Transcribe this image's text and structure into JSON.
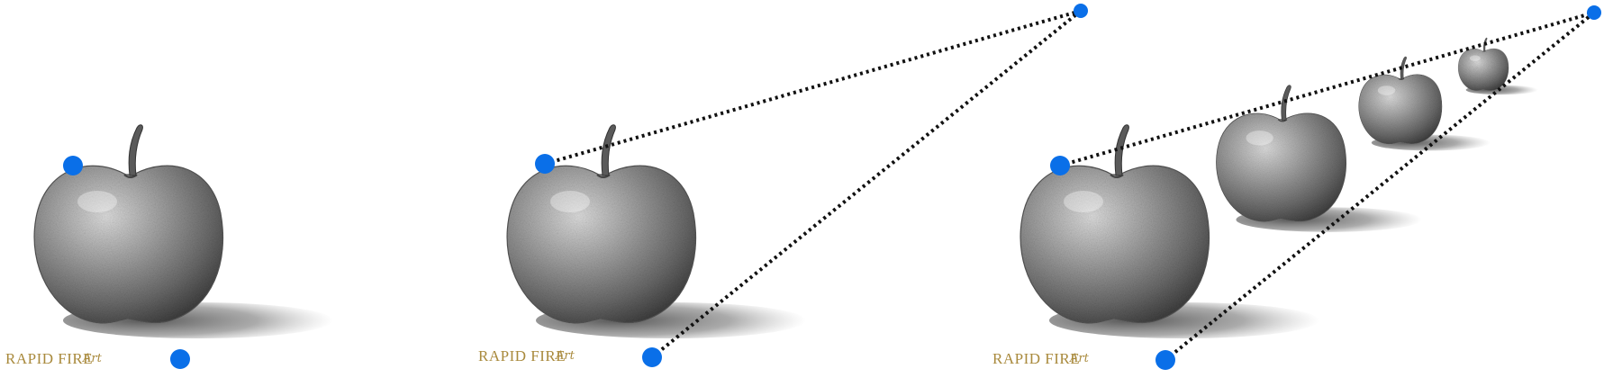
{
  "panels": [
    {
      "id": "single-apple",
      "watermark": {
        "main": "RAPID FIRE",
        "script": "Art"
      }
    },
    {
      "id": "apple-with-perspective-lines",
      "watermark": {
        "main": "RAPID FIRE",
        "script": "Art"
      }
    },
    {
      "id": "apples-receding-in-perspective",
      "watermark": {
        "main": "RAPID FIRE",
        "script": "Art"
      }
    }
  ],
  "colors": {
    "background": "#ffffff",
    "marker": "#0a6fe8",
    "guide_line": "#111111",
    "apple_light": "#cfcfcf",
    "apple_mid": "#8d8d8d",
    "apple_dark": "#3e3e3e",
    "shadow": "#555555",
    "watermark": "#a98a3d"
  }
}
